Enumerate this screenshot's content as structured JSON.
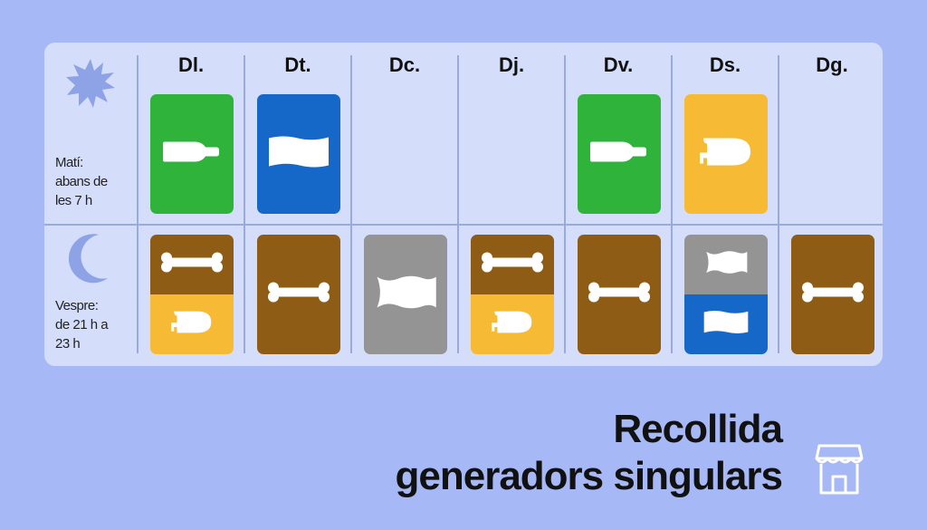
{
  "days": [
    "Dl.",
    "Dt.",
    "Dc.",
    "Dj.",
    "Dv.",
    "Ds.",
    "Dg."
  ],
  "slots": {
    "morning": {
      "label_lines": [
        "Matí:",
        "abans de",
        "les 7 h"
      ],
      "icon": "sun-icon"
    },
    "evening": {
      "label_lines": [
        "Vespre:",
        "de 21 h a",
        "23 h"
      ],
      "icon": "moon-icon"
    }
  },
  "schedule": {
    "morning": [
      [
        {
          "type": "glass",
          "icon": "bottle-icon"
        }
      ],
      [
        {
          "type": "paper",
          "icon": "paper-sheet-icon"
        }
      ],
      [],
      [],
      [
        {
          "type": "glass",
          "icon": "bottle-icon"
        }
      ],
      [
        {
          "type": "packaging",
          "icon": "packaging-icon"
        }
      ],
      []
    ],
    "evening": [
      [
        {
          "type": "organic",
          "icon": "bone-icon"
        },
        {
          "type": "packaging",
          "icon": "packaging-icon"
        }
      ],
      [
        {
          "type": "organic",
          "icon": "bone-icon"
        }
      ],
      [
        {
          "type": "rest",
          "icon": "rest-bag-icon"
        }
      ],
      [
        {
          "type": "organic",
          "icon": "bone-icon"
        },
        {
          "type": "packaging",
          "icon": "packaging-icon"
        }
      ],
      [
        {
          "type": "organic",
          "icon": "bone-icon"
        }
      ],
      [
        {
          "type": "rest",
          "icon": "rest-bag-icon"
        },
        {
          "type": "paper",
          "icon": "paper-sheet-icon"
        }
      ],
      [
        {
          "type": "organic",
          "icon": "bone-icon"
        }
      ]
    ]
  },
  "title": {
    "line1": "Recollida",
    "line2": "generadors singulars"
  },
  "footer_icon": "shop-icon",
  "colors": {
    "background": "#a6b9f6",
    "panel": "#d4defa",
    "glass": "#2fb33a",
    "paper": "#1568c8",
    "organic": "#8f5c15",
    "packaging": "#f7ba35",
    "rest": "#949494"
  }
}
